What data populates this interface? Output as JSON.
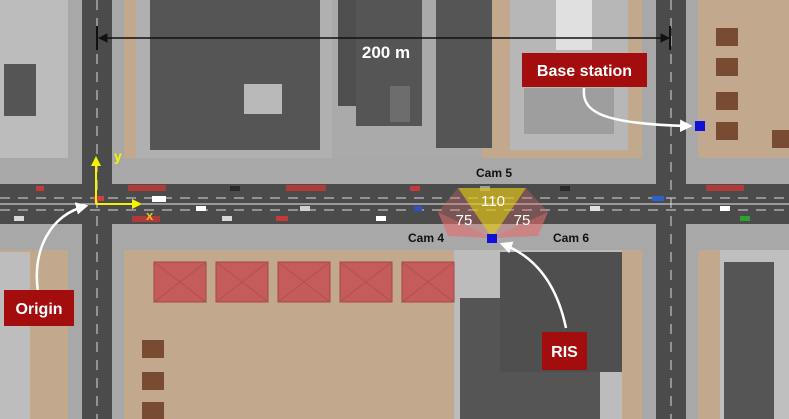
{
  "labels": {
    "distance": "200 m",
    "base_station": "Base station",
    "origin": "Origin",
    "ris": "RIS",
    "cam4": "Cam 4",
    "cam5": "Cam 5",
    "cam6": "Cam 6",
    "angle_cam5": "110",
    "angle_cam4": "75",
    "angle_cam6": "75",
    "axis_x": "x",
    "axis_y": "y"
  },
  "colors": {
    "callout_bg": "#a30d0d",
    "callout_text": "#ffffff",
    "marker_blue": "#1010d8",
    "axis_yellow": "#f5f500",
    "fov_yellow": "#e0c21a",
    "fov_red": "#e26a6a",
    "ground": "#c2a88c",
    "sidewalk": "#a9a9a9",
    "road": "#4b4b4b",
    "rooftop": "#5a5a5a",
    "red_roof": "#c45c5c"
  },
  "icons": {
    "distance_arrow": "double-headed-arrow",
    "pointer_arrow": "curved-white-arrow",
    "axes": "coordinate-axes"
  }
}
